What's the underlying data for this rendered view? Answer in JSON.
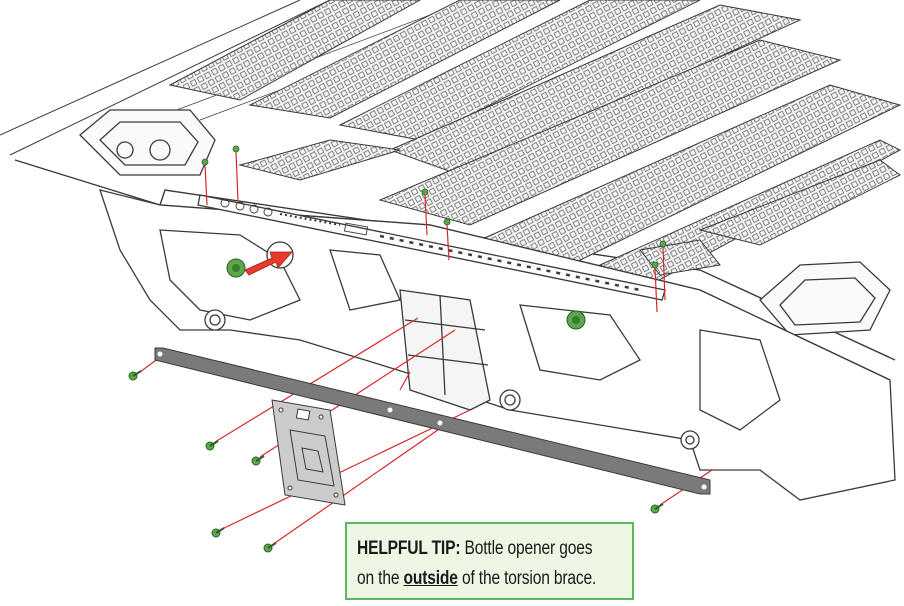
{
  "tip": {
    "label": "HELPFUL TIP:",
    "line1": "Bottle opener goes",
    "line2_prefix": "on the",
    "emphasis": "outside",
    "line2_suffix": "of the torsion brace."
  },
  "colors": {
    "line": "#3a3a3a",
    "guide": "#d9262b",
    "arrow": "#e53a2c",
    "screw": "#5aa84a",
    "tip_border": "#5cb85c",
    "tip_bg": "#eef6e4",
    "brace": "#7a7a7a"
  },
  "icons": [
    "arrow-icon",
    "screw-icon",
    "bottle-opener-icon"
  ]
}
